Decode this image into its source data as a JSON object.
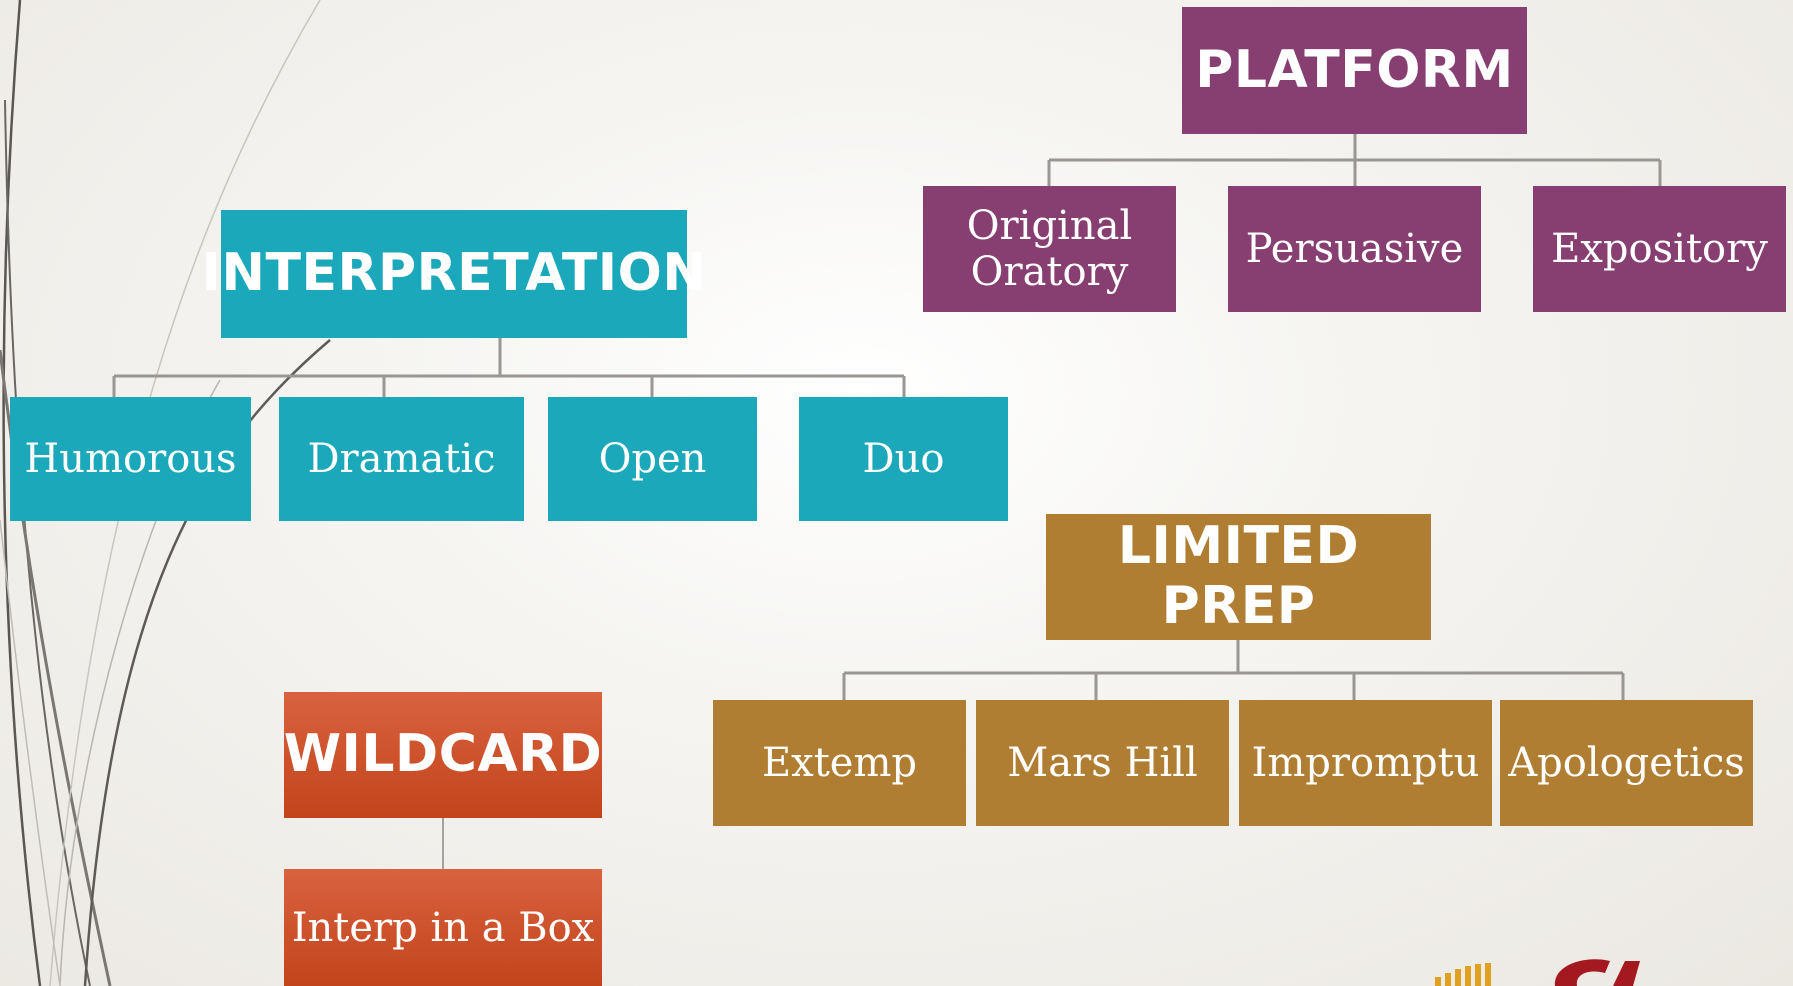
{
  "groups": {
    "interpretation": {
      "title": "INTERPRETATION",
      "items": [
        "Humorous",
        "Dramatic",
        "Open",
        "Duo"
      ],
      "color": "#1aa8ba"
    },
    "platform": {
      "title": "PLATFORM",
      "items": [
        "Original Oratory",
        "Persuasive",
        "Expository"
      ],
      "color": "#873f72"
    },
    "limited_prep": {
      "title": "LIMITED PREP",
      "items": [
        "Extemp",
        "Mars Hill",
        "Impromptu",
        "Apologetics"
      ],
      "color": "#b07e33"
    },
    "wildcard": {
      "title": "WILDCARD",
      "items": [
        "Interp in a Box"
      ],
      "color": "#c94a22"
    }
  },
  "logo": {
    "accent_colors": [
      "#e0a020",
      "#a3191f"
    ]
  }
}
